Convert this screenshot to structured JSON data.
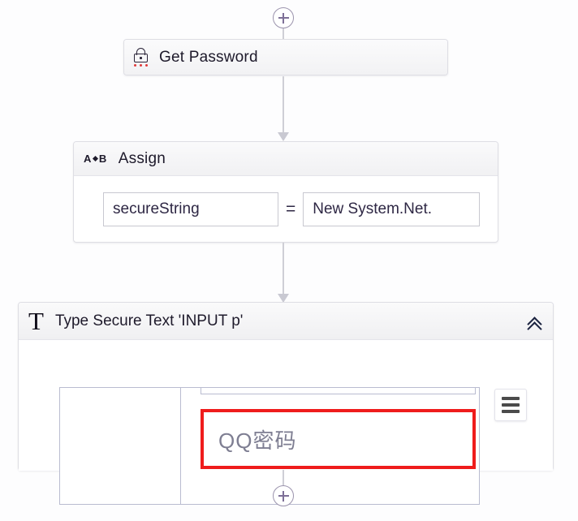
{
  "canvas": {
    "add_top": {
      "icon": "plus-circle-icon",
      "label": "+"
    },
    "add_bottom": {
      "icon": "plus-circle-icon",
      "label": "+"
    }
  },
  "activities": {
    "get_password": {
      "icon": "lock-icon",
      "title": "Get Password"
    },
    "assign": {
      "icon": "assign-a-to-b-icon",
      "icon_left": "A",
      "icon_right": "B",
      "title": "Assign",
      "left_value": "secureString",
      "operator": "=",
      "right_value": "New System.Net."
    },
    "type_secure_text": {
      "icon": "text-t-icon",
      "icon_glyph": "T",
      "title": "Type Secure Text 'INPUT  p'",
      "collapse_icon": "double-chevron-up-icon",
      "preview": {
        "cut_off_text": "          ",
        "placeholder": "QQ密码",
        "menu_icon": "hamburger-menu-icon"
      }
    }
  },
  "colors": {
    "highlight": "#ef1c1c",
    "connector": "#cfcfd6",
    "add_button_stroke": "#9b93ad",
    "lock_dots": "#e03a3a",
    "card_border": "#dedee4",
    "background": "#fdfdfe"
  }
}
